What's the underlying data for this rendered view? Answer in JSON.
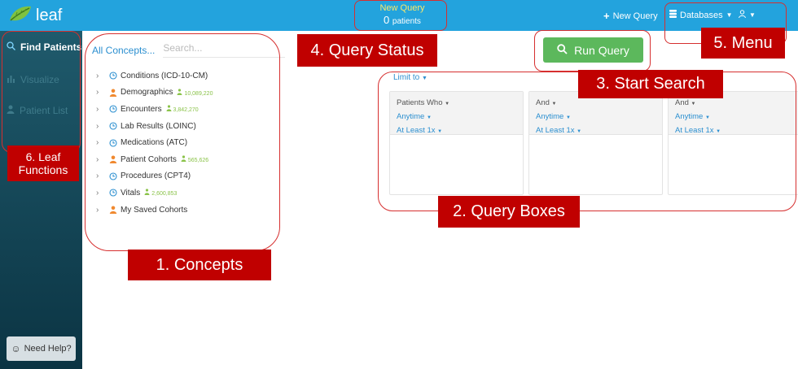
{
  "header": {
    "app_name": "leaf",
    "query_status": {
      "title": "New Query",
      "count": "0",
      "unit": "patients"
    },
    "new_query_label": "New Query",
    "databases_label": "Databases"
  },
  "sidebar": {
    "items": [
      {
        "label": "Find Patients",
        "icon": "search-icon",
        "active": true
      },
      {
        "label": "Visualize",
        "icon": "bar-chart-icon",
        "active": false
      },
      {
        "label": "Patient List",
        "icon": "person-icon",
        "active": false
      }
    ],
    "help_label": "Need Help?"
  },
  "concepts": {
    "tab_label": "All Concepts...",
    "search_placeholder": "Search...",
    "items": [
      {
        "label": "Conditions (ICD-10-CM)",
        "icon": "clock-icon",
        "count": ""
      },
      {
        "label": "Demographics",
        "icon": "person-icon",
        "count": "10,089,220"
      },
      {
        "label": "Encounters",
        "icon": "clock-icon",
        "count": "3,842,270"
      },
      {
        "label": "Lab Results (LOINC)",
        "icon": "clock-icon",
        "count": ""
      },
      {
        "label": "Medications (ATC)",
        "icon": "clock-icon",
        "count": ""
      },
      {
        "label": "Patient Cohorts",
        "icon": "person-icon",
        "count": "565,626"
      },
      {
        "label": "Procedures (CPT4)",
        "icon": "clock-icon",
        "count": ""
      },
      {
        "label": "Vitals",
        "icon": "clock-icon",
        "count": "2,600,853"
      },
      {
        "label": "My Saved Cohorts",
        "icon": "person-icon",
        "count": ""
      }
    ]
  },
  "query": {
    "limit_to": "Limit to",
    "run_label": "Run Query",
    "boxes": [
      {
        "title": "Patients Who",
        "time": "Anytime",
        "freq": "At Least 1x"
      },
      {
        "title": "And",
        "time": "Anytime",
        "freq": "At Least 1x"
      },
      {
        "title": "And",
        "time": "Anytime",
        "freq": "At Least 1x"
      }
    ]
  },
  "annotations": {
    "concepts": "1. Concepts",
    "query_boxes": "2. Query Boxes",
    "start_search": "3. Start Search",
    "query_status": "4. Query Status",
    "menu": "5. Menu",
    "leaf_functions": "6. Leaf Functions"
  },
  "colors": {
    "header": "#23a3dd",
    "sidebar_top": "#1f5a6c",
    "sidebar_bottom": "#0b3443",
    "accent_blue": "#2b8fd0",
    "run_green": "#5cb85c",
    "annotation_red": "#c00000",
    "status_yellow": "#f7e76b"
  }
}
